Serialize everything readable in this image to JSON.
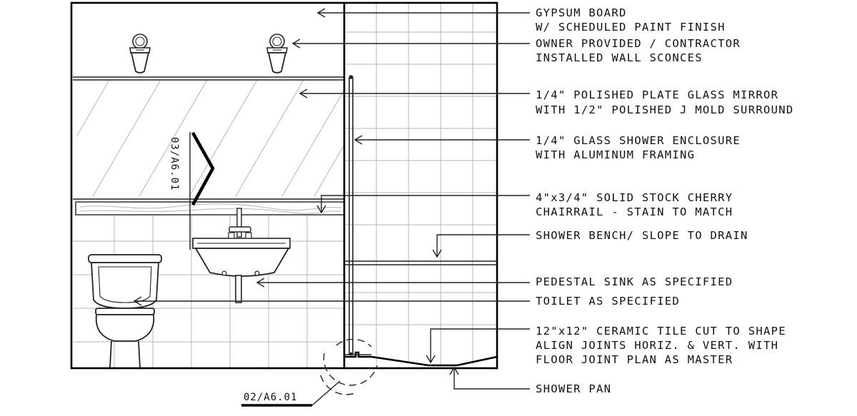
{
  "annotations": [
    {
      "id": "gypsum",
      "lines": [
        "GYPSUM BOARD",
        "W/ SCHEDULED PAINT FINISH"
      ]
    },
    {
      "id": "sconces",
      "lines": [
        "OWNER PROVIDED / CONTRACTOR",
        "INSTALLED WALL SCONCES"
      ]
    },
    {
      "id": "mirror",
      "lines": [
        "1/4\" POLISHED PLATE GLASS MIRROR",
        "WITH 1/2\" POLISHED J MOLD SURROUND"
      ]
    },
    {
      "id": "shower-glass",
      "lines": [
        "1/4\" GLASS SHOWER ENCLOSURE",
        "WITH ALUMINUM FRAMING"
      ]
    },
    {
      "id": "chairrail",
      "lines": [
        "4\"x3/4\" SOLID STOCK CHERRY",
        "CHAIRRAIL - STAIN TO MATCH"
      ]
    },
    {
      "id": "bench",
      "lines": [
        "SHOWER BENCH/ SLOPE TO DRAIN"
      ]
    },
    {
      "id": "sink",
      "lines": [
        "PEDESTAL SINK AS SPECIFIED"
      ]
    },
    {
      "id": "toilet",
      "lines": [
        "TOILET AS SPECIFIED"
      ]
    },
    {
      "id": "tile",
      "lines": [
        "12\"x12\" CERAMIC TILE CUT TO SHAPE",
        "ALIGN JOINTS HORIZ. & VERT. WITH",
        "FLOOR JOINT PLAN AS MASTER"
      ]
    },
    {
      "id": "pan",
      "lines": [
        "SHOWER PAN"
      ]
    }
  ],
  "section_tag": "03/A6.01",
  "detail_tag": "02/A6.01"
}
